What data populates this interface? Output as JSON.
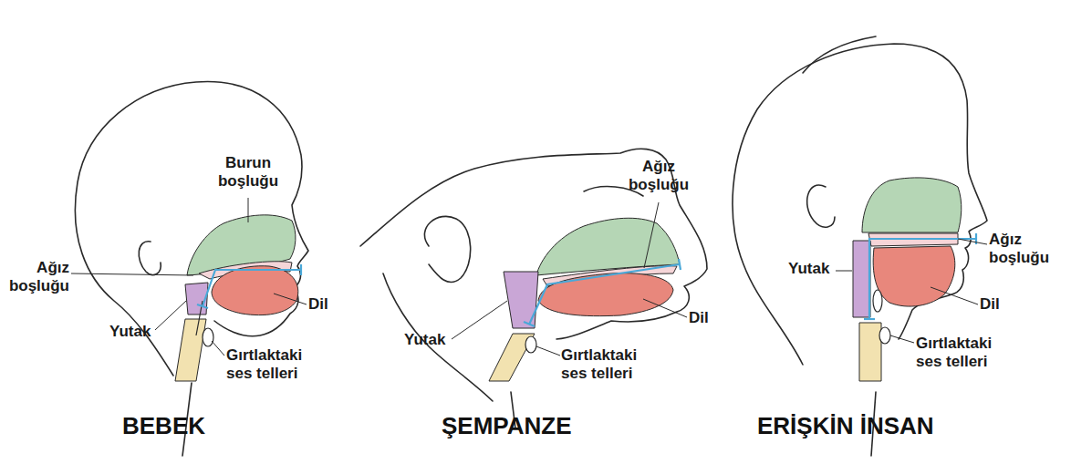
{
  "diagram": {
    "labels": [
      "Burun boşluğu",
      "Ağız boşluğu",
      "Dil",
      "Yutak",
      "Gırtlaktaki ses telleri",
      "Ağız boşluğu",
      "Dil",
      "Yutak",
      "Gırtlaktaki ses telleri",
      "Ağız boşluğu",
      "Yutak",
      "Dil",
      "Gırtlaktaki ses telleri",
      "BEBEK",
      "ŞEMPANZE",
      "ERİŞKİN İNSAN"
    ]
  }
}
